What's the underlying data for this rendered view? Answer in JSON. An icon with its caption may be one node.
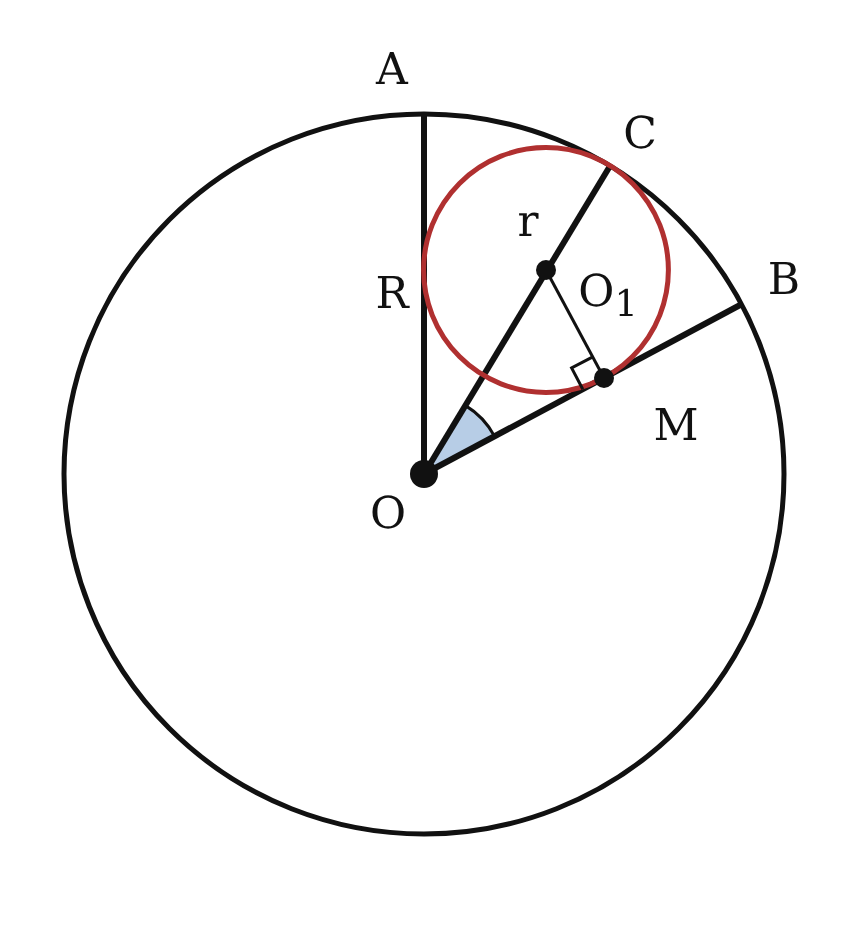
{
  "diagram": {
    "labels": [
      "A",
      "C",
      "R",
      "r",
      "O$_{1}$",
      "B",
      "M",
      "O"
    ]
  }
}
